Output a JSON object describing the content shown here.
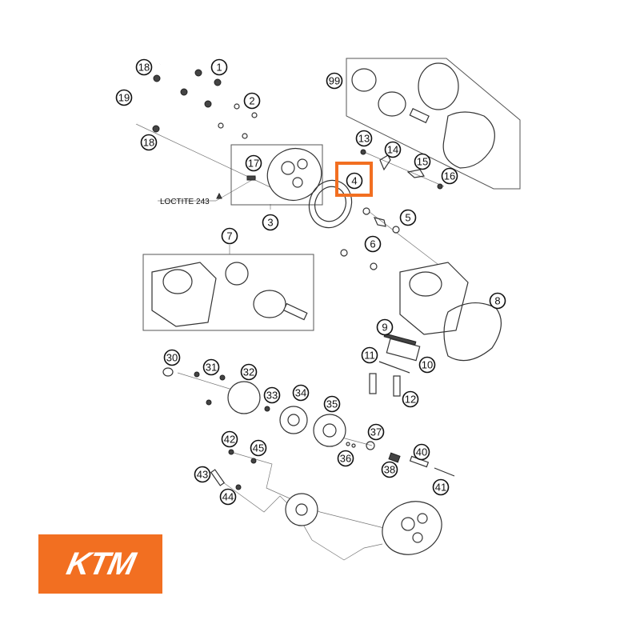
{
  "diagram": {
    "title": "Cylinder / cylinder head exploded parts diagram",
    "highlighted_callout": "4",
    "highlight_color": "#f26f21",
    "note_loctite": "LOCTITE 243",
    "callouts": {
      "c1": "1",
      "c2": "2",
      "c3": "3",
      "c4": "4",
      "c5": "5",
      "c6": "6",
      "c7": "7",
      "c8": "8",
      "c9": "9",
      "c10": "10",
      "c11": "11",
      "c12": "12",
      "c13": "13",
      "c14": "14",
      "c15": "15",
      "c16": "16",
      "c17": "17",
      "c18a": "18",
      "c18b": "18",
      "c19": "19",
      "c30": "30",
      "c31": "31",
      "c32": "32",
      "c33": "33",
      "c34": "34",
      "c35": "35",
      "c36": "36",
      "c37": "37",
      "c38": "38",
      "c40": "40",
      "c41": "41",
      "c42": "42",
      "c43": "43",
      "c44": "44",
      "c45": "45",
      "c99": "99"
    }
  },
  "logo": {
    "brand": "KTM",
    "color": "#f26f21"
  }
}
